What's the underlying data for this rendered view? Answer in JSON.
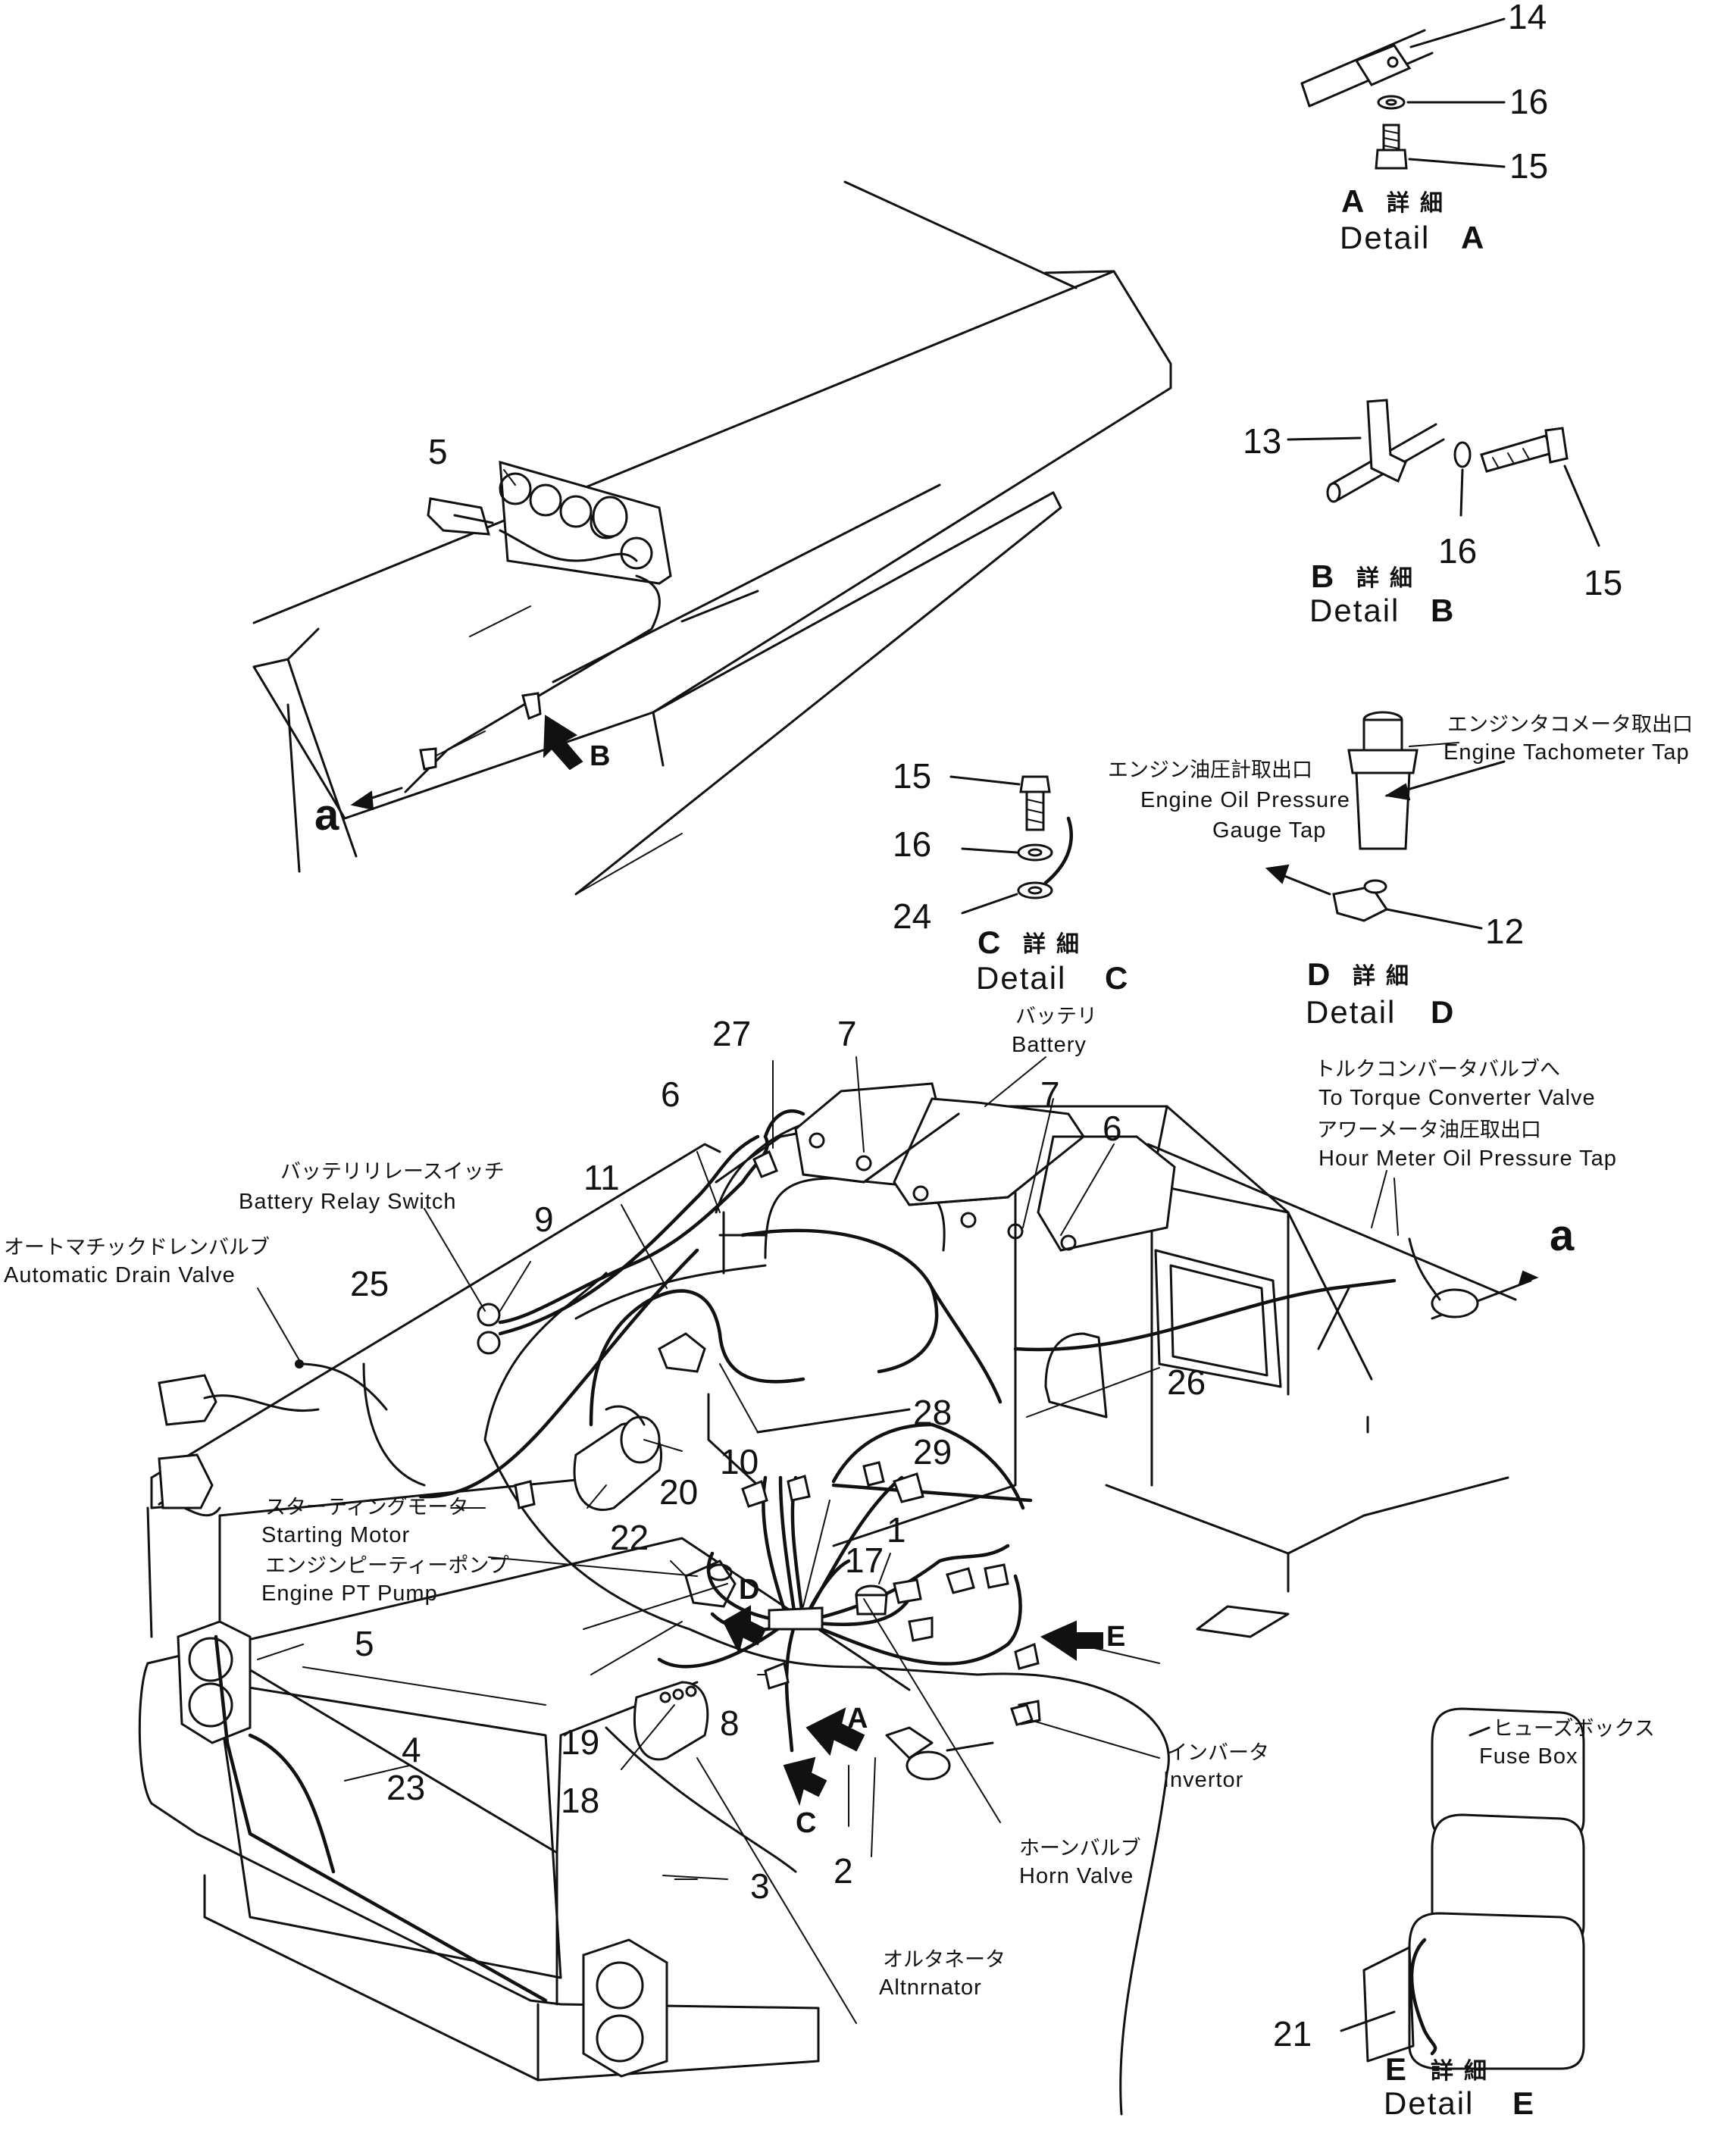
{
  "part_numbers": {
    "p1": "1",
    "p2": "2",
    "p3": "3",
    "p4": "4",
    "p5_top": "5",
    "p5_left": "5",
    "p6_left": "6",
    "p6_right": "6",
    "p7_left": "7",
    "p7_right": "7",
    "p8": "8",
    "p9": "9",
    "p10": "10",
    "p11": "11",
    "p12": "12",
    "p13": "13",
    "p14": "14",
    "p15_a": "15",
    "p15_b": "15",
    "p15_c": "15",
    "p16_a": "16",
    "p16_b": "16",
    "p16_c": "16",
    "p17": "17",
    "p18": "18",
    "p19": "19",
    "p20": "20",
    "p21": "21",
    "p22": "22",
    "p23": "23",
    "p24": "24",
    "p25": "25",
    "p26": "26",
    "p27": "27",
    "p28": "28",
    "p29": "29"
  },
  "details": {
    "a": {
      "jp": "詳細",
      "letter": "A",
      "title": "Detail"
    },
    "b": {
      "jp": "詳細",
      "letter": "B",
      "title": "Detail"
    },
    "c": {
      "jp": "詳細",
      "letter": "C",
      "title": "Detail"
    },
    "d": {
      "jp": "詳細",
      "letter": "D",
      "title": "Detail"
    },
    "e": {
      "jp": "詳細",
      "letter": "E",
      "title": "Detail"
    }
  },
  "view_markers": {
    "a": "A",
    "b": "B",
    "c": "C",
    "d": "D",
    "e": "E",
    "connector_left": "a",
    "connector_right": "a"
  },
  "labels": {
    "engine_tachometer_tap": {
      "jp": "エンジンタコメータ取出口",
      "en": "Engine Tachometer Tap"
    },
    "engine_oil_pressure": {
      "jp": "エンジン油圧計取出口",
      "en1": "Engine Oil Pressure",
      "en2": "Gauge Tap"
    },
    "battery": {
      "jp": "バッテリ",
      "en": "Battery"
    },
    "torque_converter": {
      "jp": "トルクコンバータバルブへ",
      "en": "To Torque Converter Valve"
    },
    "hour_meter": {
      "jp": "アワーメータ油圧取出口",
      "en": "Hour Meter Oil Pressure Tap"
    },
    "battery_relay_switch": {
      "jp": "バッテリリレースイッチ",
      "en": "Battery Relay Switch"
    },
    "automatic_drain_valve": {
      "jp": "オートマチックドレンバルブ",
      "en": "Automatic Drain Valve"
    },
    "starting_motor": {
      "jp": "スターティングモータ",
      "en": "Starting Motor"
    },
    "engine_pt_pump": {
      "jp": "エンジンピーティーポンプ",
      "en": "Engine PT Pump"
    },
    "invertor": {
      "jp": "インバータ",
      "en": "Invertor"
    },
    "horn_valve": {
      "jp": "ホーンバルブ",
      "en": "Horn Valve"
    },
    "alternator": {
      "jp": "オルタネータ",
      "en": "Altnrnator"
    },
    "fuse_box": {
      "jp": "ヒューズボックス",
      "en": "Fuse Box"
    }
  }
}
